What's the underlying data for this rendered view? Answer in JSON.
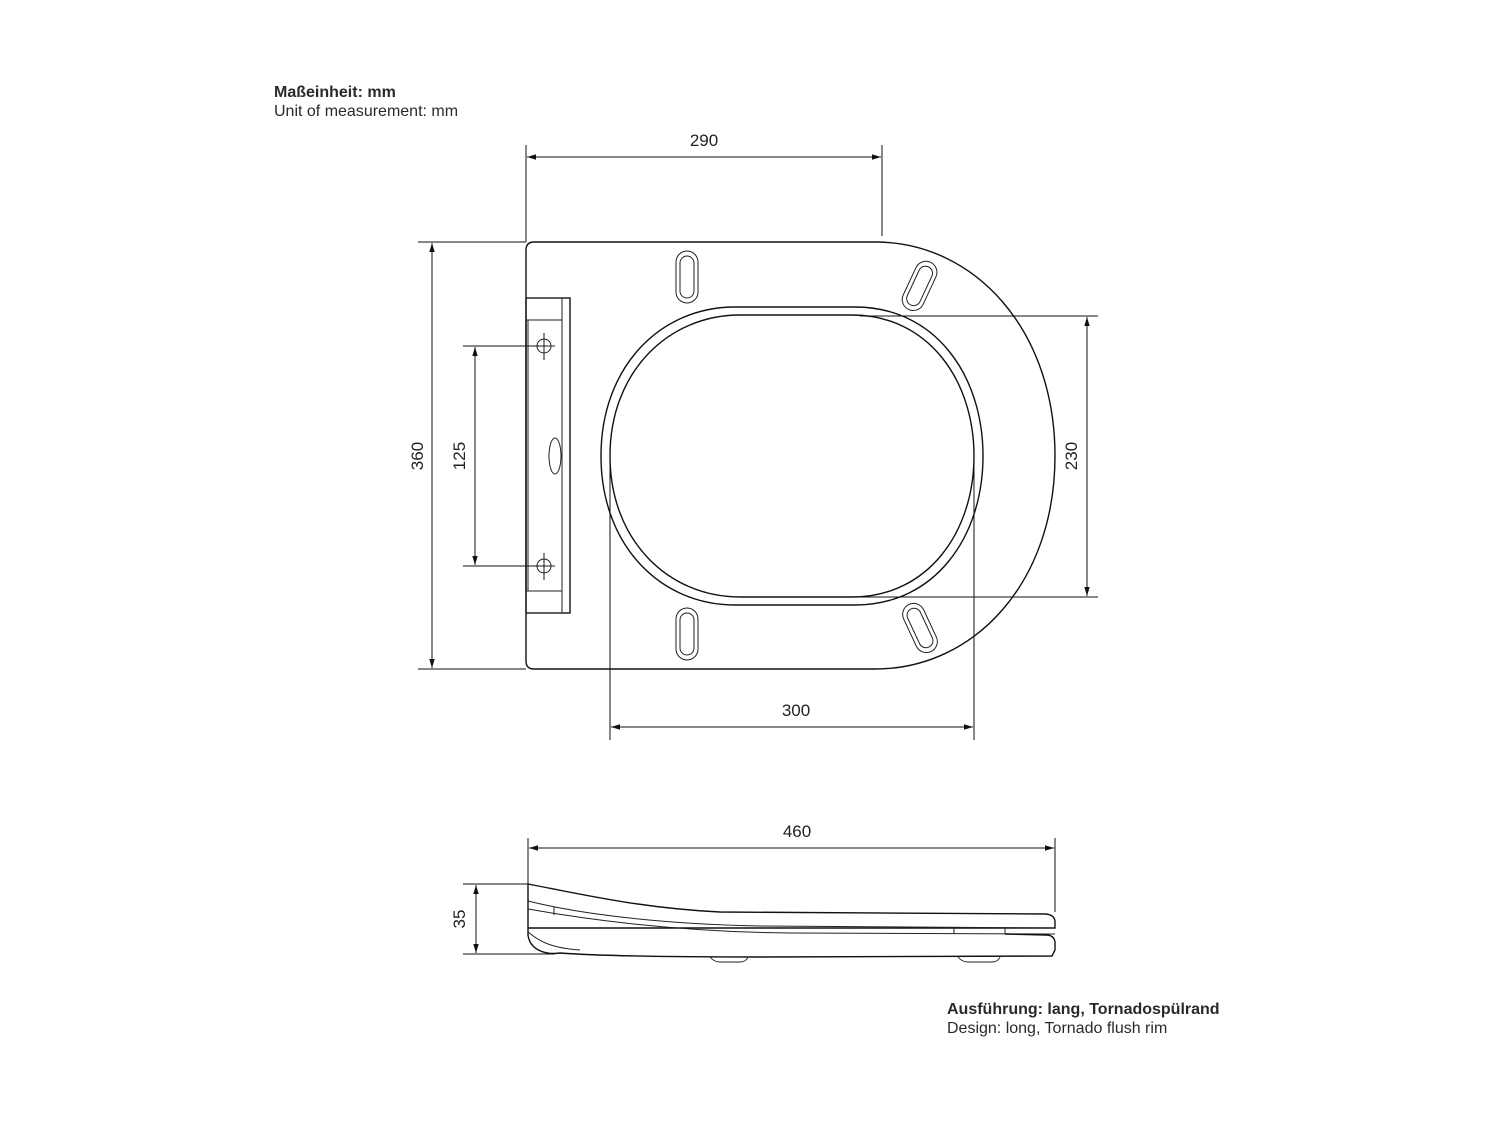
{
  "header": {
    "unit_de": "Maßeinheit: mm",
    "unit_en": "Unit of measurement: mm"
  },
  "footer": {
    "design_de": "Ausführung: lang, Tornadospülrand",
    "design_en": "Design: long, Tornado flush rim"
  },
  "top_view": {
    "dimensions": {
      "hinge_to_front_width": "290",
      "overall_length": "360",
      "hinge_hole_spacing": "125",
      "opening_width": "230",
      "opening_length": "300"
    }
  },
  "side_view": {
    "dimensions": {
      "overall_length": "460",
      "height": "35"
    }
  },
  "colors": {
    "line": "#111111",
    "text": "#222222",
    "background": "#ffffff"
  }
}
